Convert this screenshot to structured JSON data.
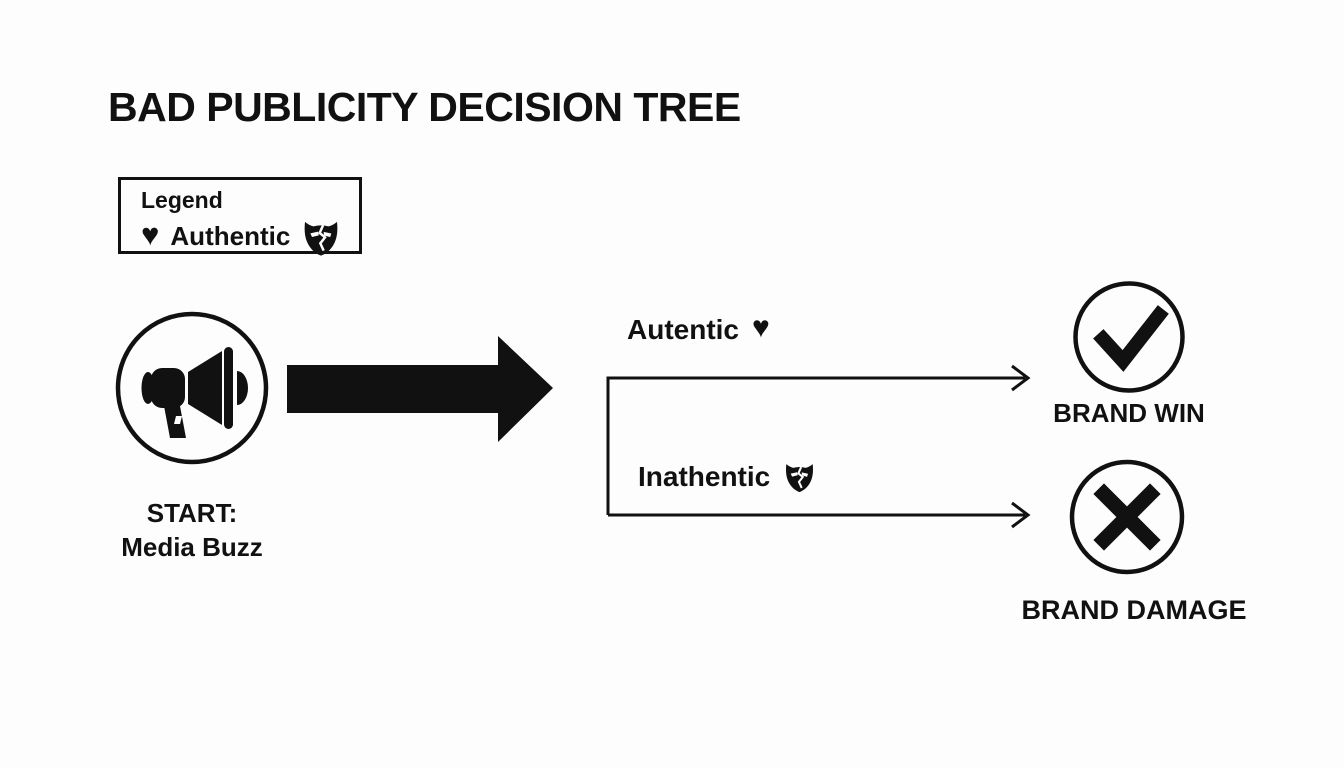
{
  "colors": {
    "background": "#fdfdfd",
    "ink": "#111111"
  },
  "title": "BAD PUBLICITY DECISION TREE",
  "legend": {
    "heading": "Legend",
    "heart_symbol": "♥",
    "authentic_label": "Authentic",
    "icons": [
      "heart-icon",
      "drama-mask-icon"
    ]
  },
  "start_node": {
    "icon": "megaphone-icon",
    "label_line1": "START:",
    "label_line2": "Media Buzz"
  },
  "branches": {
    "authentic": {
      "label": "Autentic",
      "heart_symbol": "♥",
      "icon": "heart-icon"
    },
    "inauthentic": {
      "label": "Inathentic",
      "icon": "drama-mask-icon"
    }
  },
  "outcomes": {
    "win": {
      "icon": "check-icon",
      "label": "BRAND WIN"
    },
    "damage": {
      "icon": "cross-icon",
      "label": "BRAND DAMAGE"
    }
  }
}
